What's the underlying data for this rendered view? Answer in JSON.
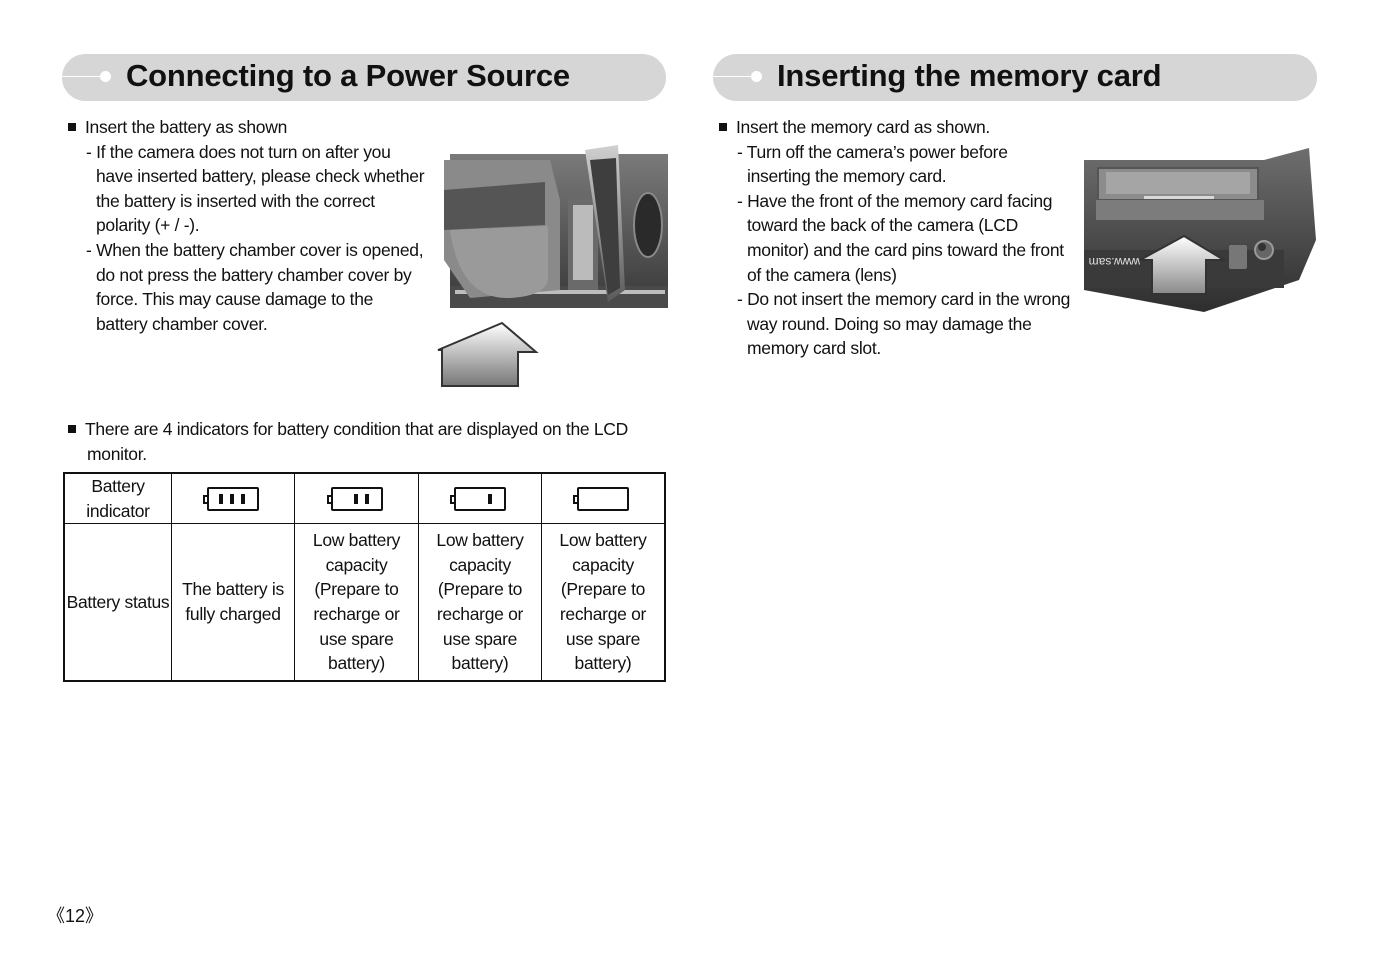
{
  "left": {
    "title": "Connecting to a Power Source",
    "bullet1": "Insert the battery as shown",
    "lines1": [
      "- If the camera does not turn on after you",
      "have inserted battery, please check whether",
      "the battery is inserted with the correct",
      "polarity (+ / -).",
      "- When the battery chamber cover is opened,",
      "do not press the battery chamber cover by",
      "force. This may cause damage to the",
      "battery chamber cover."
    ],
    "bullet2_line1": "There are 4 indicators for battery condition that are displayed on the LCD",
    "bullet2_line2": "monitor."
  },
  "table": {
    "row1_label": "Battery indicator",
    "row2_label": "Battery status",
    "statuses": [
      "The battery is fully charged",
      "Low battery capacity (Prepare to recharge or use spare battery)",
      "Low battery capacity (Prepare to recharge or use spare battery)",
      "Low battery capacity (Prepare to recharge or use spare battery)"
    ],
    "indicator_levels": [
      3,
      2,
      1,
      0
    ]
  },
  "right": {
    "title": "Inserting the memory card",
    "bullet": "Insert the memory card as shown.",
    "lines": [
      "- Turn off the camera’s power before",
      "inserting the memory card.",
      "- Have the front of the memory card facing",
      "toward the back of the camera (LCD",
      "monitor) and the card pins toward the front",
      "of the camera (lens)",
      "- Do not insert the memory card in the wrong",
      "way round. Doing so may damage the",
      "memory card slot."
    ],
    "camera_print": "www.sam"
  },
  "page_number": "《12》"
}
